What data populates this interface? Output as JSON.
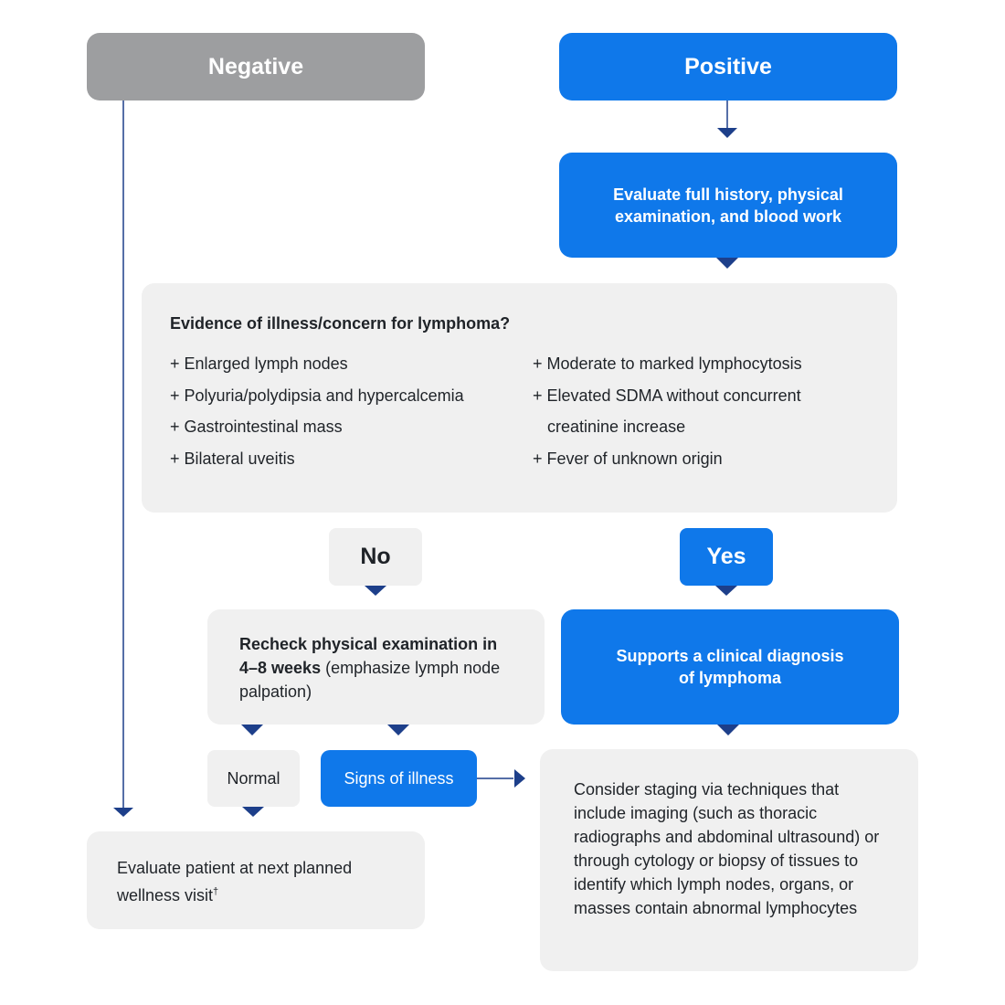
{
  "colors": {
    "blue": "#0f78ea",
    "gray_header": "#9d9ea0",
    "panel": "#f0f0f0",
    "arrow": "#1d3f8a",
    "text": "#1f2328"
  },
  "negative": {
    "label": "Negative"
  },
  "positive": {
    "label": "Positive"
  },
  "evaluate": {
    "text": "Evaluate full history, physical examination, and blood work"
  },
  "evidence": {
    "title": "Evidence of illness/concern for lymphoma?",
    "left_items": [
      "+ Enlarged lymph nodes",
      "+ Polyuria/polydipsia and hypercalcemia",
      "+ Gastrointestinal mass",
      "+ Bilateral uveitis"
    ],
    "right_items": [
      "+ Moderate to marked lymphocytosis",
      "+ Elevated SDMA without concurrent",
      "creatinine increase",
      "+ Fever of unknown origin"
    ]
  },
  "no": {
    "label": "No"
  },
  "yes": {
    "label": "Yes"
  },
  "recheck": {
    "bold_text": "Recheck physical examination in 4–8 weeks",
    "rest_text": " (emphasize lymph node palpation)"
  },
  "supports": {
    "text": "Supports a clinical diagnosis of lymphoma"
  },
  "normal": {
    "label": "Normal"
  },
  "signs": {
    "label": "Signs of illness"
  },
  "wellness": {
    "text": "Evaluate patient at next planned wellness visit",
    "superscript": "†"
  },
  "staging": {
    "text": "Consider staging via techniques that include imaging (such as thoracic radiographs and abdominal ultrasound) or through cytology or biopsy of tissues to identify which lymph nodes, organs, or masses contain abnormal lymphocytes"
  }
}
